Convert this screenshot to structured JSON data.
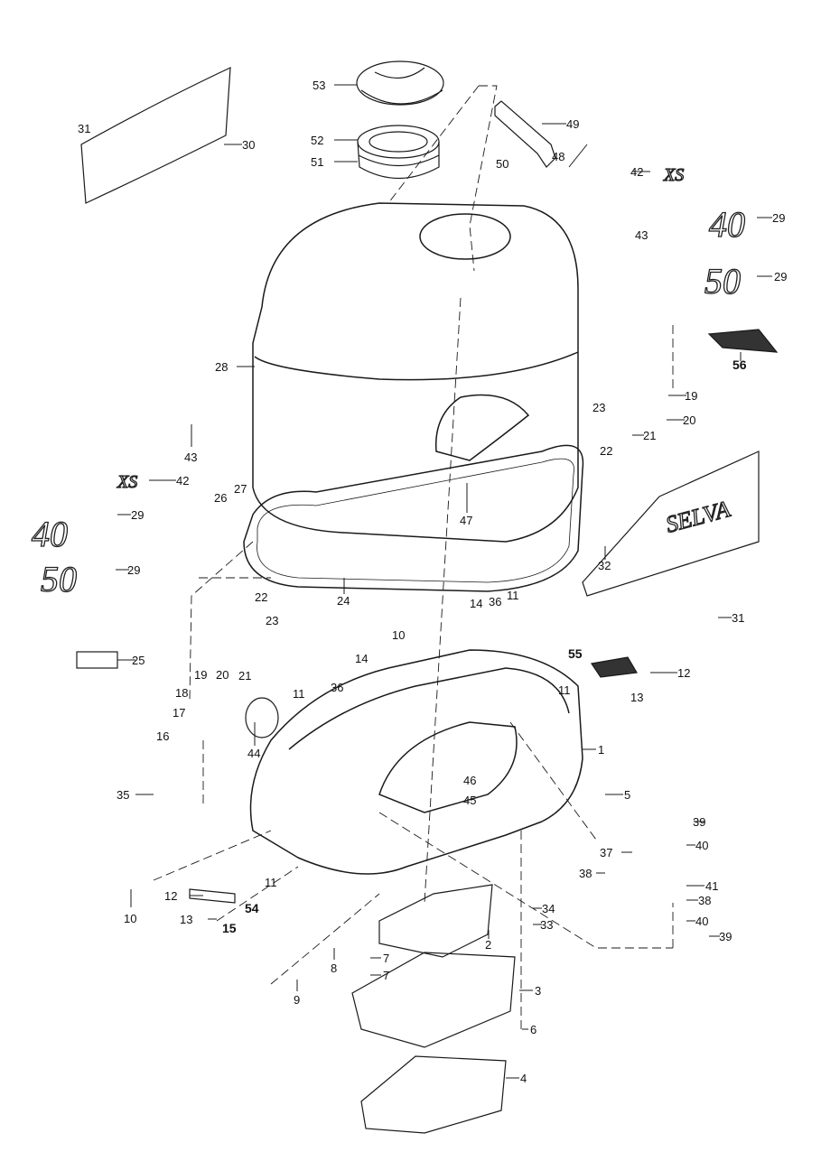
{
  "decals": {
    "brand": "SELVA",
    "model_small": "XS",
    "hp_40": "40",
    "hp_50": "50"
  },
  "callouts": [
    "53",
    "52",
    "51",
    "49",
    "50",
    "48",
    "31",
    "30",
    "42",
    "29",
    "43",
    "29",
    "28",
    "56",
    "19",
    "23",
    "20",
    "21",
    "22",
    "43",
    "42",
    "26",
    "27",
    "29",
    "47",
    "29",
    "32",
    "22",
    "23",
    "24",
    "31",
    "14",
    "36",
    "11",
    "10",
    "14",
    "25",
    "19",
    "20",
    "21",
    "55",
    "12",
    "11",
    "13",
    "36",
    "11",
    "18",
    "17",
    "44",
    "1",
    "16",
    "46",
    "35",
    "45",
    "5",
    "39",
    "40",
    "37",
    "38",
    "41",
    "38",
    "12",
    "11",
    "54",
    "10",
    "13",
    "34",
    "15",
    "33",
    "2",
    "40",
    "39",
    "8",
    "7",
    "7",
    "9",
    "3",
    "6",
    "4"
  ],
  "bold_callouts": [
    "56",
    "55",
    "54",
    "15"
  ]
}
